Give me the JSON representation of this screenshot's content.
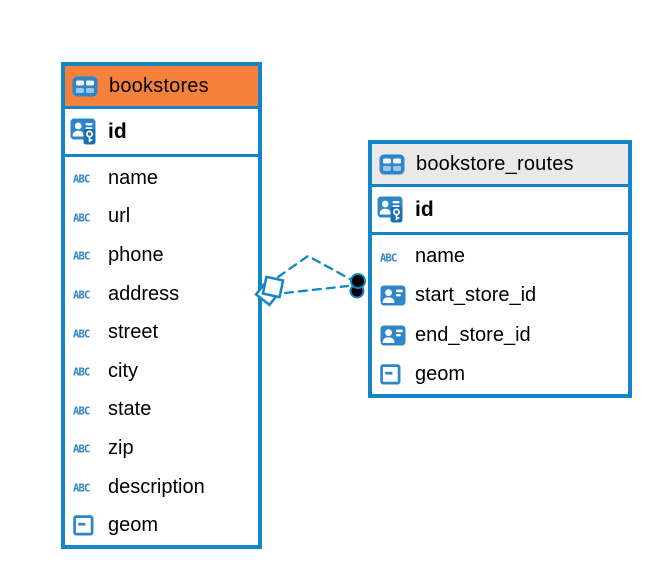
{
  "colors": {
    "border_blue": "#1485c6",
    "icon_blue": "#2e86c8",
    "icon_blue_dark": "#1b6fb0",
    "selected_header": "#f5813d",
    "gray_header": "#e9e9e9",
    "text": "#000000",
    "dot_black": "#000000"
  },
  "tables": [
    {
      "name": "bookstores",
      "header_style": "orange",
      "primary_key": {
        "name": "id",
        "icon": "primary-key-icon"
      },
      "columns": [
        {
          "name": "name",
          "icon": "text-type-icon"
        },
        {
          "name": "url",
          "icon": "text-type-icon"
        },
        {
          "name": "phone",
          "icon": "text-type-icon"
        },
        {
          "name": "address",
          "icon": "text-type-icon"
        },
        {
          "name": "street",
          "icon": "text-type-icon"
        },
        {
          "name": "city",
          "icon": "text-type-icon"
        },
        {
          "name": "state",
          "icon": "text-type-icon"
        },
        {
          "name": "zip",
          "icon": "text-type-icon"
        },
        {
          "name": "description",
          "icon": "text-type-icon"
        },
        {
          "name": "geom",
          "icon": "geometry-type-icon"
        }
      ]
    },
    {
      "name": "bookstore_routes",
      "header_style": "gray",
      "primary_key": {
        "name": "id",
        "icon": "primary-key-icon"
      },
      "columns": [
        {
          "name": "name",
          "icon": "text-type-icon"
        },
        {
          "name": "start_store_id",
          "icon": "person-ref-icon"
        },
        {
          "name": "end_store_id",
          "icon": "person-ref-icon"
        },
        {
          "name": "geom",
          "icon": "geometry-type-icon"
        }
      ]
    }
  ],
  "relationships": [
    {
      "from_table": "bookstores",
      "from_column": "id",
      "to_table": "bookstore_routes",
      "to_column": "start_store_id",
      "style": "dashed"
    },
    {
      "from_table": "bookstores",
      "from_column": "id",
      "to_table": "bookstore_routes",
      "to_column": "end_store_id",
      "style": "dashed"
    }
  ]
}
